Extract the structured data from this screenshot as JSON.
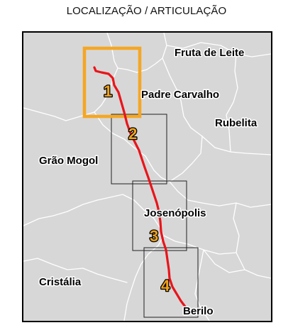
{
  "title": "LOCALIZAÇÃO / ARTICULAÇÃO",
  "colors": {
    "background": "#d7d7d7",
    "municipal_border": "#ffffff",
    "route": "#e8151b",
    "highlight_sheet": "#f5a623",
    "sheet_grid": "#222222",
    "sheet_number_fill": "#f0a21c",
    "sheet_number_outline": "#000000"
  },
  "municipalities": [
    "Fruta de Leite",
    "Padre Carvalho",
    "Rubelita",
    "Grão Mogol",
    "Josenópolis",
    "Cristália",
    "Berilo"
  ],
  "sheets": [
    {
      "number": "1",
      "highlighted": true
    },
    {
      "number": "2",
      "highlighted": false
    },
    {
      "number": "3",
      "highlighted": false
    },
    {
      "number": "4",
      "highlighted": false
    }
  ]
}
